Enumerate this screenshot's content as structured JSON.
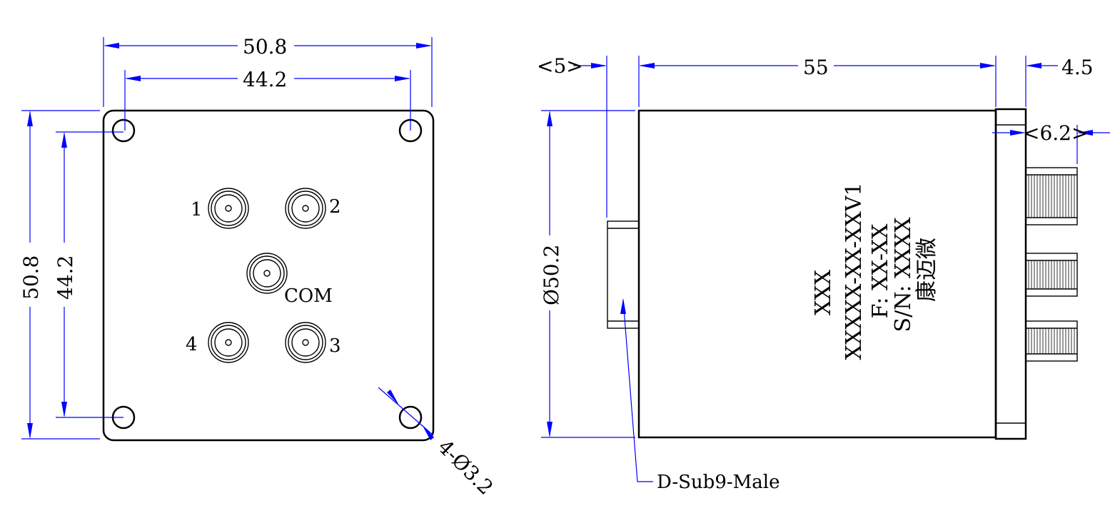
{
  "front_view": {
    "dims": {
      "overall_width": "50.8",
      "hole_spacing_width": "44.2",
      "overall_height": "50.8",
      "hole_spacing_height": "44.2",
      "mounting_holes": "4-Ø3.2"
    },
    "port_labels": [
      "1",
      "2",
      "COM",
      "4",
      "3"
    ]
  },
  "side_view": {
    "dims": {
      "connector_offset": "<5>",
      "body_length": "55",
      "flange_thickness": "4.5",
      "connector_length": "<6.2>",
      "diameter": "Ø50.2"
    },
    "callout": "D-Sub9-Male",
    "marking": [
      "XXX",
      "XXXXX-XX-XXV1",
      "F: XX-XX",
      "S/N: XXXX",
      "康迈微"
    ]
  },
  "colors": {
    "outline": "#000000",
    "dimension": "#0000ff"
  }
}
